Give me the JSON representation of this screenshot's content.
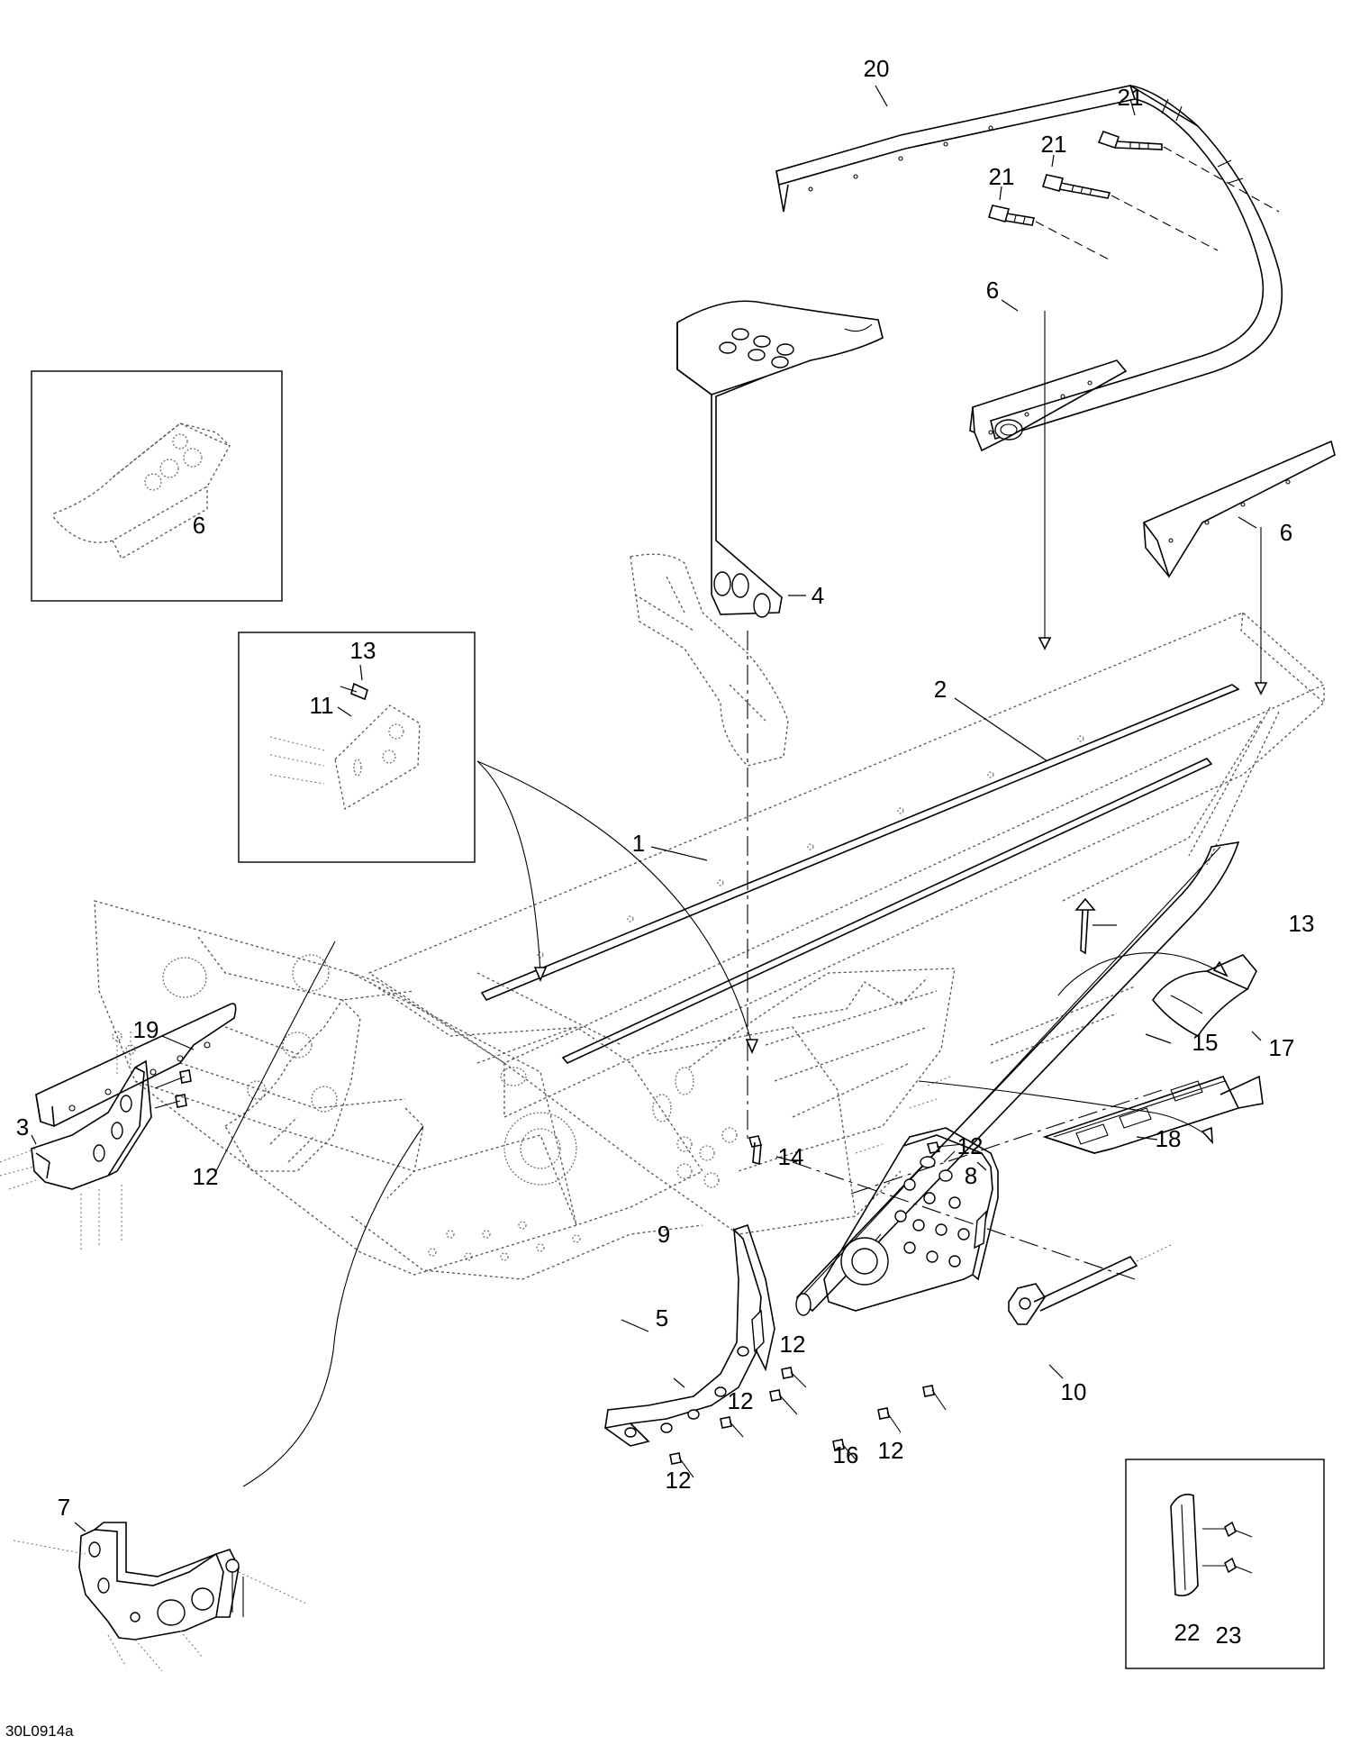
{
  "figure": {
    "reference_code": "30L0914a"
  },
  "callouts": [
    {
      "id": "c20",
      "label": "20"
    },
    {
      "id": "c21a",
      "label": "21"
    },
    {
      "id": "c21b",
      "label": "21"
    },
    {
      "id": "c21c",
      "label": "21"
    },
    {
      "id": "c6-inset",
      "label": "6"
    },
    {
      "id": "c6-top",
      "label": "6"
    },
    {
      "id": "c6-right",
      "label": "6"
    },
    {
      "id": "c4",
      "label": "4"
    },
    {
      "id": "c13-inset",
      "label": "13"
    },
    {
      "id": "c11",
      "label": "11"
    },
    {
      "id": "c2",
      "label": "2"
    },
    {
      "id": "c1",
      "label": "1"
    },
    {
      "id": "c13-right",
      "label": "13"
    },
    {
      "id": "c17",
      "label": "17"
    },
    {
      "id": "c15",
      "label": "15"
    },
    {
      "id": "c19",
      "label": "19"
    },
    {
      "id": "c18",
      "label": "18"
    },
    {
      "id": "c12-a",
      "label": "12"
    },
    {
      "id": "c14",
      "label": "14"
    },
    {
      "id": "c8",
      "label": "8"
    },
    {
      "id": "c3",
      "label": "3"
    },
    {
      "id": "c12-b",
      "label": "12"
    },
    {
      "id": "c9",
      "label": "9"
    },
    {
      "id": "c5",
      "label": "5"
    },
    {
      "id": "c12-c",
      "label": "12"
    },
    {
      "id": "c10",
      "label": "10"
    },
    {
      "id": "c12-d",
      "label": "12"
    },
    {
      "id": "c16",
      "label": "16"
    },
    {
      "id": "c12-e",
      "label": "12"
    },
    {
      "id": "c12-f",
      "label": "12"
    },
    {
      "id": "c7",
      "label": "7"
    },
    {
      "id": "c22",
      "label": "22"
    },
    {
      "id": "c23",
      "label": "23"
    }
  ]
}
